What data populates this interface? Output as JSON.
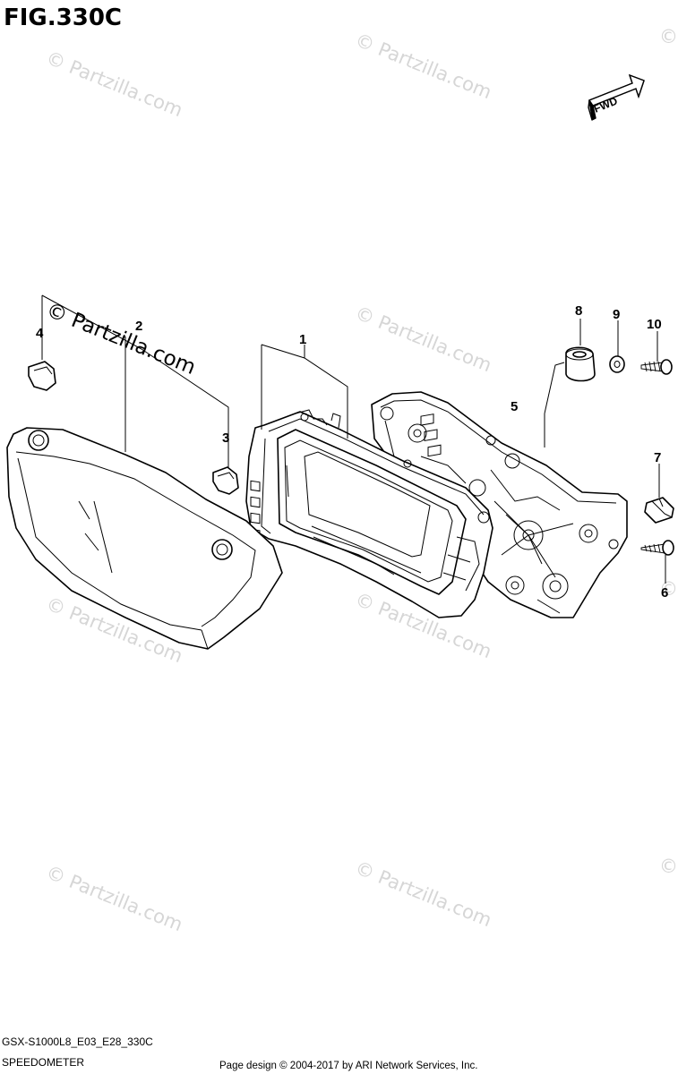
{
  "figure_title": "FIG.330C",
  "fwd_label": "FWD",
  "callouts": [
    {
      "id": "1",
      "text": "1"
    },
    {
      "id": "2",
      "text": "2"
    },
    {
      "id": "3",
      "text": "3"
    },
    {
      "id": "4",
      "text": "4"
    },
    {
      "id": "5",
      "text": "5"
    },
    {
      "id": "6",
      "text": "6"
    },
    {
      "id": "7",
      "text": "7"
    },
    {
      "id": "8",
      "text": "8"
    },
    {
      "id": "9",
      "text": "9"
    },
    {
      "id": "10",
      "text": "10"
    }
  ],
  "watermark": {
    "text": "Partzilla.com",
    "symbol": "©",
    "prominent_text": "© Partzilla.com"
  },
  "footer": {
    "model_code": "GSX-S1000L8_E03_E28_330C",
    "section_name": "SPEEDOMETER",
    "credit": "Page design © 2004-2017 by ARI Network Services, Inc."
  }
}
